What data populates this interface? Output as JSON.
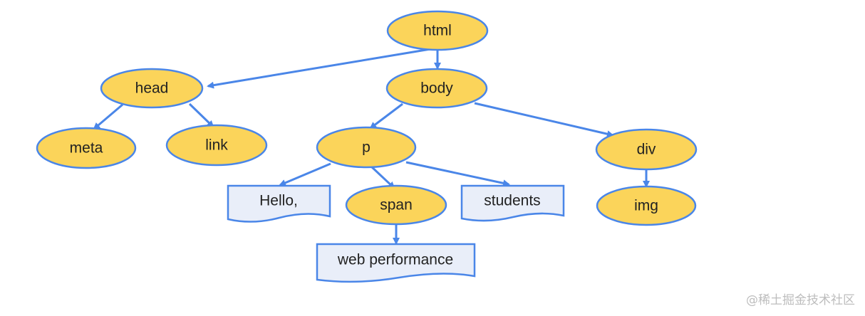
{
  "nodes": {
    "html": "html",
    "head": "head",
    "body": "body",
    "meta": "meta",
    "link": "link",
    "p": "p",
    "div": "div",
    "img": "img",
    "span": "span"
  },
  "text_nodes": {
    "hello": "Hello,",
    "students": "students",
    "web_performance": "web performance"
  },
  "watermark": "@稀土掘金技术社区",
  "colors": {
    "element_fill": "#fbd45a",
    "outline": "#4a86e8",
    "text_node_fill": "#e9eef9"
  }
}
